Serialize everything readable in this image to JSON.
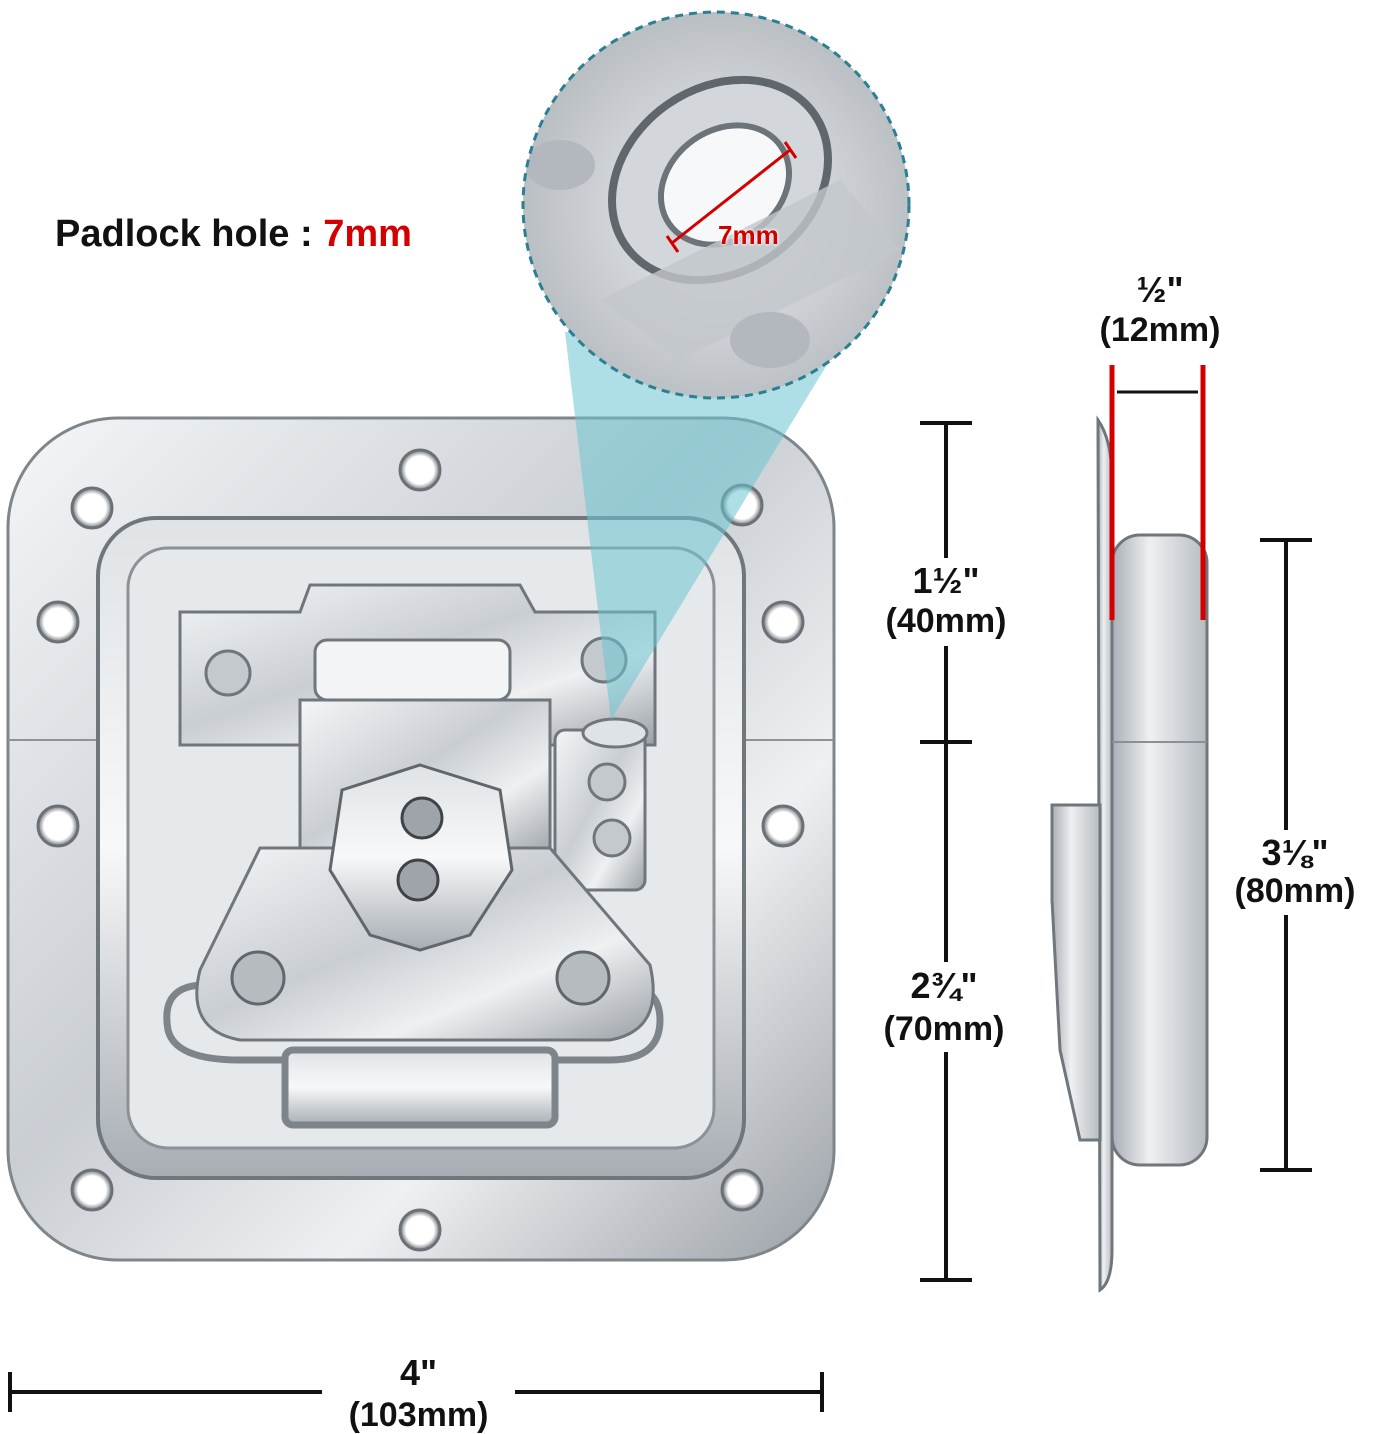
{
  "callout": {
    "label": "Padlock hole",
    "separator": ":",
    "value": "7mm",
    "value_color": "#d40000"
  },
  "zoom_label": "7mm",
  "dimensions": {
    "width": {
      "fraction": "4\"",
      "metric": "(103mm)"
    },
    "upper_height": {
      "fraction": "1½\"",
      "metric": "(40mm)"
    },
    "lower_height": {
      "fraction": "2¾\"",
      "metric": "(70mm)"
    },
    "depth": {
      "fraction": "½\"",
      "metric": "(12mm)"
    },
    "side_height": {
      "fraction": "3⅛\"",
      "metric": "(80mm)"
    }
  },
  "colors": {
    "dimension_line": "#111111",
    "depth_marker": "#d40000",
    "zoom_border": "#2a7f93",
    "zoom_cone": "#6cc5d2",
    "metal_light": "#e9ecef",
    "metal_dark": "#8a9097"
  }
}
